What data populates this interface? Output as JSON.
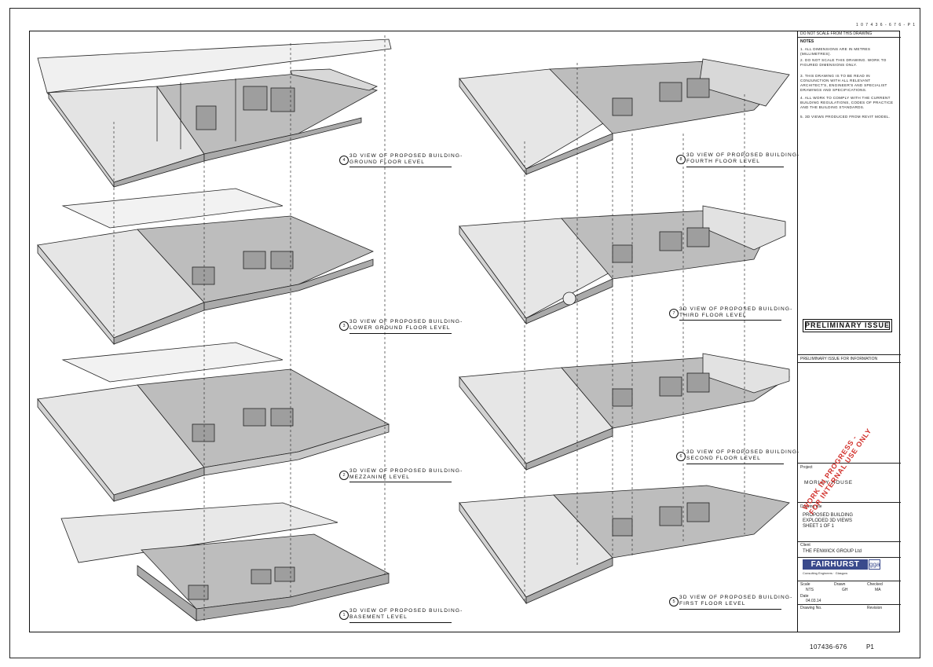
{
  "sheet": {
    "top_reference": "1 0 7 4 3 6 - 6 7 6 - P 1",
    "drawing_number": "107436-676",
    "revision": "P1",
    "preliminary": "PRELIMINARY ISSUE"
  },
  "views": [
    {
      "num": "4",
      "line1": "3D VIEW OF PROPOSED BUILDING-",
      "line2": "GROUND FLOOR LEVEL"
    },
    {
      "num": "3",
      "line1": "3D VIEW OF PROPOSED BUILDING-",
      "line2": "LOWER GROUND FLOOR LEVEL"
    },
    {
      "num": "2",
      "line1": "3D VIEW OF PROPOSED BUILDING-",
      "line2": "MEZZANINE LEVEL"
    },
    {
      "num": "1",
      "line1": "3D VIEW OF PROPOSED BUILDING-",
      "line2": "BASEMENT LEVEL"
    },
    {
      "num": "8",
      "line1": "3D VIEW OF PROPOSED BUILDING-",
      "line2": "FOURTH FLOOR LEVEL"
    },
    {
      "num": "7",
      "line1": "3D VIEW OF PROPOSED BUILDING-",
      "line2": "THIRD FLOOR LEVEL"
    },
    {
      "num": "6",
      "line1": "3D VIEW OF PROPOSED BUILDING-",
      "line2": "SECOND FLOOR LEVEL"
    },
    {
      "num": "5",
      "line1": "3D VIEW OF PROPOSED BUILDING-",
      "line2": "FIRST FLOOR LEVEL"
    }
  ],
  "titleblock": {
    "header": "DO NOT SCALE FROM THIS DRAWING",
    "notes_heading": "NOTES",
    "notes": [
      "1. ALL DIMENSIONS ARE IN METRES (MILLIMETRES).",
      "2. DO NOT SCALE THIS DRAWING. WORK TO FIGURED DIMENSIONS ONLY.",
      "3. THIS DRAWING IS TO BE READ IN CONJUNCTION WITH ALL RELEVANT ARCHITECT'S, ENGINEER'S AND SPECIALIST DRAWINGS AND SPECIFICATIONS.",
      "4. ALL WORK TO COMPLY WITH THE CURRENT BUILDING REGULATIONS, CODES OF PRACTICE AND THE BUILDING STANDARDS.",
      "5. 3D VIEWS PRODUCED FROM REVIT MODEL."
    ],
    "revision_text": "PRELIMINARY ISSUE FOR INFORMATION",
    "project_label": "Project",
    "project": "MORLEY HOUSE",
    "drawing_label": "Drawing title",
    "drawing_title_1": "PROPOSED BUILDING",
    "drawing_title_2": "EXPLODED 3D VIEWS",
    "drawing_title_3": "SHEET 1 OF 1",
    "client_label": "Client",
    "client": "THE FENWICK GROUP Ltd",
    "logo_main": "FAIRHURST",
    "logo_suffix": "gga",
    "logo_sub": "Consulting Engineers · Glasgow",
    "scale_label": "Scale",
    "scale": "NTS",
    "date_label": "Date",
    "date": "04.03.14",
    "drawn_label": "Drawn",
    "drawn": "GH",
    "checked_label": "Checked",
    "checked": "MA",
    "dwg_label": "Drawing No.",
    "rev_label": "Revision"
  },
  "stamp": {
    "line1": "WORK IN PROGRESS -",
    "line2": "FOR INTERNAL USE ONLY"
  }
}
